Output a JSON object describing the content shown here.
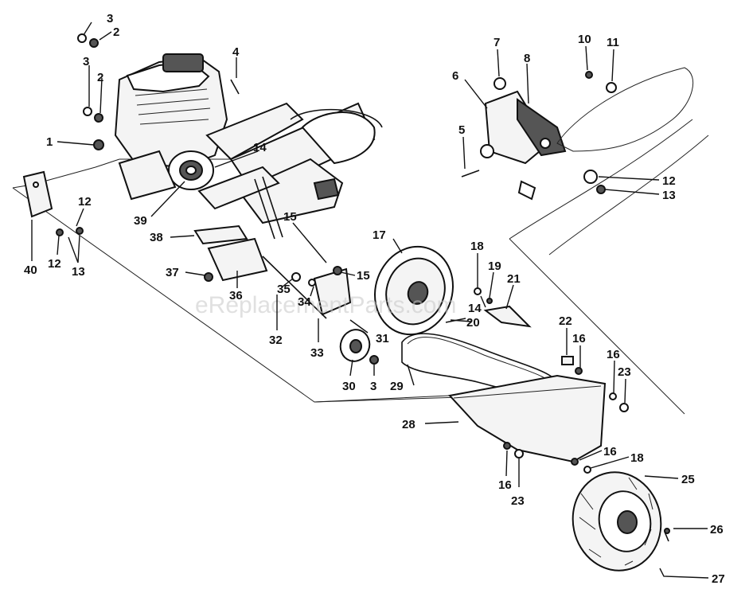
{
  "watermark": "eReplacementParts.com",
  "callouts": [
    {
      "id": "c3a",
      "text": "3"
    },
    {
      "id": "c2a",
      "text": "2"
    },
    {
      "id": "c3b",
      "text": "3"
    },
    {
      "id": "c2b",
      "text": "2"
    },
    {
      "id": "c4",
      "text": "4"
    },
    {
      "id": "c1",
      "text": "1"
    },
    {
      "id": "c14a",
      "text": "14"
    },
    {
      "id": "c12a",
      "text": "12"
    },
    {
      "id": "c39",
      "text": "39"
    },
    {
      "id": "c40",
      "text": "40"
    },
    {
      "id": "c12b",
      "text": "12"
    },
    {
      "id": "c13a",
      "text": "13"
    },
    {
      "id": "c38",
      "text": "38"
    },
    {
      "id": "c15a",
      "text": "15"
    },
    {
      "id": "c17",
      "text": "17"
    },
    {
      "id": "c37",
      "text": "37"
    },
    {
      "id": "c35",
      "text": "35"
    },
    {
      "id": "c34",
      "text": "34"
    },
    {
      "id": "c15b",
      "text": "15"
    },
    {
      "id": "c36",
      "text": "36"
    },
    {
      "id": "c32",
      "text": "32"
    },
    {
      "id": "c33",
      "text": "33"
    },
    {
      "id": "c31",
      "text": "31"
    },
    {
      "id": "c30",
      "text": "30"
    },
    {
      "id": "c3c",
      "text": "3"
    },
    {
      "id": "c29",
      "text": "29"
    },
    {
      "id": "c20",
      "text": "20"
    },
    {
      "id": "c14b",
      "text": "14"
    },
    {
      "id": "c18a",
      "text": "18"
    },
    {
      "id": "c19",
      "text": "19"
    },
    {
      "id": "c21",
      "text": "21"
    },
    {
      "id": "c22",
      "text": "22"
    },
    {
      "id": "c16a",
      "text": "16"
    },
    {
      "id": "c16b",
      "text": "16"
    },
    {
      "id": "c23a",
      "text": "23"
    },
    {
      "id": "c28",
      "text": "28"
    },
    {
      "id": "c16c",
      "text": "16"
    },
    {
      "id": "c18b",
      "text": "18"
    },
    {
      "id": "c16d",
      "text": "16"
    },
    {
      "id": "c23b",
      "text": "23"
    },
    {
      "id": "c25",
      "text": "25"
    },
    {
      "id": "c26",
      "text": "26"
    },
    {
      "id": "c27",
      "text": "27"
    },
    {
      "id": "c7",
      "text": "7"
    },
    {
      "id": "c8",
      "text": "8"
    },
    {
      "id": "c6",
      "text": "6"
    },
    {
      "id": "c10",
      "text": "10"
    },
    {
      "id": "c11",
      "text": "11"
    },
    {
      "id": "c5",
      "text": "5"
    },
    {
      "id": "c12c",
      "text": "12"
    },
    {
      "id": "c13b",
      "text": "13"
    }
  ]
}
